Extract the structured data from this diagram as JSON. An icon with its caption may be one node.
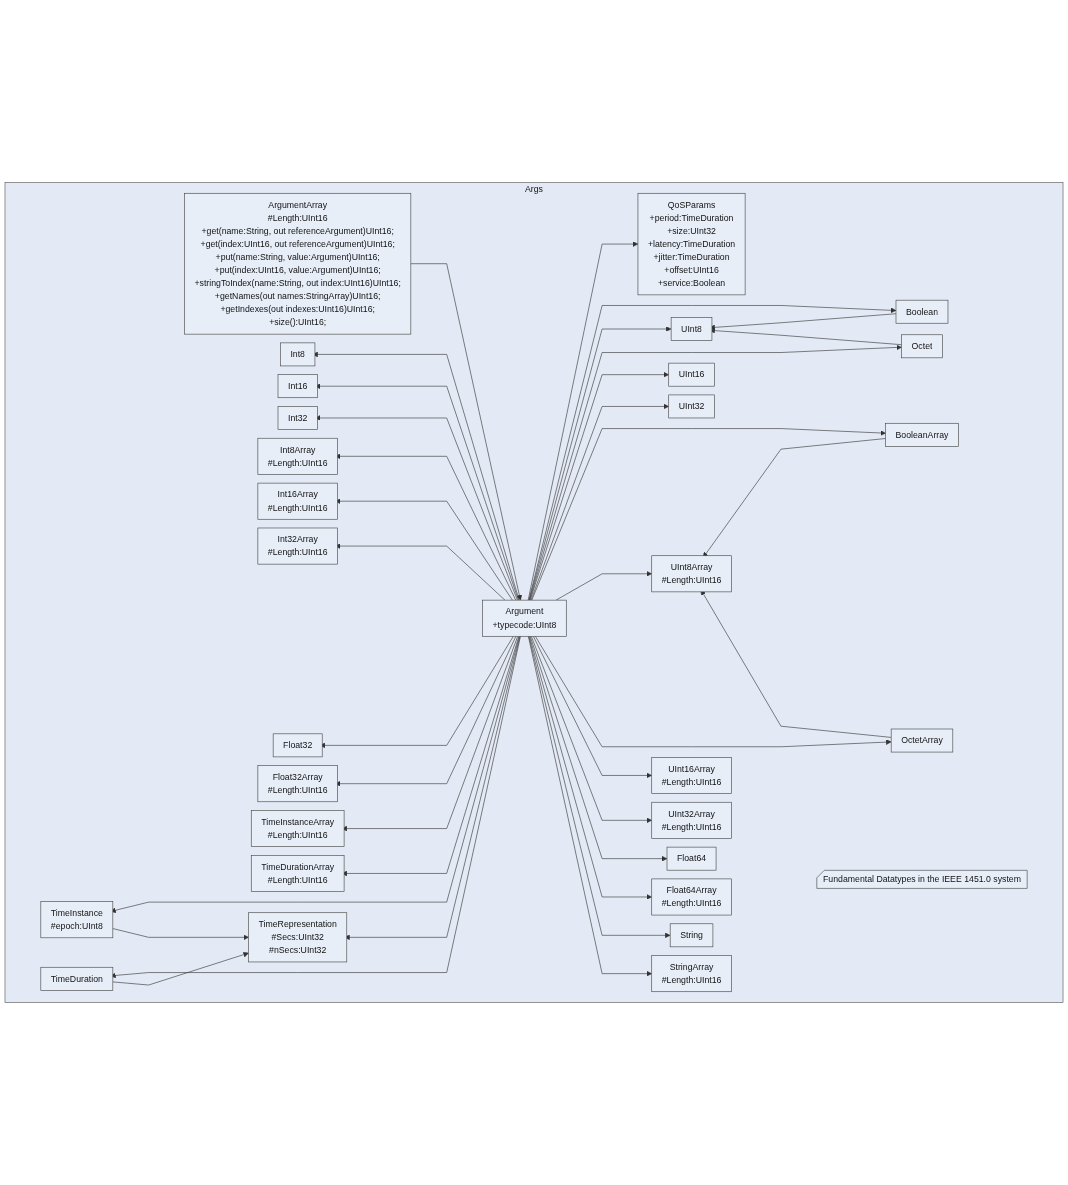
{
  "diagram": {
    "nodes": [
      {
        "text": [
          "Args"
        ]
      },
      {
        "text": [
          "ArgumentArray",
          "#Length:UInt16",
          "+get(name:String, out referenceArgument)UInt16;",
          "+get(index:UInt16, out referenceArgument)UInt16;",
          "+put(name:String, value:Argument)UInt16;",
          "+put(index:UInt16, value:Argument)UInt16;",
          "+stringToIndex(name:String, out index:UInt16)UInt16;",
          "+getNames(out names:StringArray)UInt16;",
          "+getIndexes(out indexes:UInt16)UInt16;",
          "+size():UInt16;"
        ],
        "in": 0
      },
      {
        "text": [
          "Fundamental Datatypes in the IEEE 1451.0 system"
        ],
        "in": 0
      },
      {
        "text": [
          "Int8"
        ],
        "in": 0
      },
      {
        "text": [
          "Int16"
        ],
        "in": 0
      },
      {
        "text": [
          "Int32"
        ],
        "in": 0
      },
      {
        "text": [
          "Int8Array",
          "#Length:UInt16"
        ],
        "in": 0
      },
      {
        "text": [
          "Int16Array",
          "#Length:UInt16"
        ],
        "in": 0
      },
      {
        "text": [
          "Int32Array",
          "#Length:UInt16"
        ],
        "in": 0
      },
      {
        "text": [
          "Float32"
        ],
        "in": 0
      },
      {
        "text": [
          "Float32Array",
          "#Length:UInt16"
        ],
        "in": 0
      },
      {
        "text": [
          "TimeInstanceArray",
          "#Length:UInt16"
        ],
        "in": 0
      },
      {
        "text": [
          "TimeDurationArray",
          "#Length:UInt16"
        ],
        "in": 0
      },
      {
        "text": [
          "TimeRepresentation",
          "#Secs:UInt32",
          "#nSecs:UInt32"
        ],
        "in": 0
      },
      {
        "text": [
          "TimeInstance",
          "#epoch:UInt8"
        ],
        "in": 0
      },
      {
        "text": [
          "TimeDuration"
        ],
        "in": 0
      },
      {
        "text": [
          "Argument",
          "+typecode:UInt8"
        ],
        "in": 0
      },
      {
        "text": [
          "QoSParams",
          "+period:TimeDuration",
          "+size:UInt32",
          "+latency:TimeDuration",
          "+jitter:TimeDuration",
          "+offset:UInt16",
          "+service:Boolean"
        ],
        "in": 0
      },
      {
        "text": [
          "Boolean"
        ],
        "in": 0
      },
      {
        "text": [
          "UInt8"
        ],
        "in": 0
      },
      {
        "text": [
          "Octet"
        ],
        "in": 0
      },
      {
        "text": [
          "UInt16"
        ],
        "in": 0
      },
      {
        "text": [
          "UInt32"
        ],
        "in": 0
      },
      {
        "text": [
          "BooleanArray"
        ],
        "in": 0
      },
      {
        "text": [
          "UInt8Array",
          "#Length:UInt16"
        ],
        "in": 0
      },
      {
        "text": [
          "OctetArray"
        ],
        "in": 0
      },
      {
        "text": [
          "UInt16Array",
          "#Length:UInt16"
        ],
        "in": 0
      },
      {
        "text": [
          "UInt32Array",
          "#Length:UInt16"
        ],
        "in": 0
      },
      {
        "text": [
          "Float64"
        ],
        "in": 0
      },
      {
        "text": [
          "Float64Array",
          "#Length:UInt16"
        ],
        "in": 0
      },
      {
        "text": [
          "String"
        ],
        "in": 0
      },
      {
        "text": [
          "StringArray",
          "#Length:UInt16"
        ],
        "in": 0
      }
    ],
    "edges": [
      {
        "from": 1,
        "to": 16,
        "arrow": "to"
      },
      {
        "from": 16,
        "to": 3,
        "arrow": "to"
      },
      {
        "from": 16,
        "to": 4,
        "arrow": "to"
      },
      {
        "from": 16,
        "to": 5,
        "arrow": "to"
      },
      {
        "from": 16,
        "to": 6,
        "arrow": "to"
      },
      {
        "from": 16,
        "to": 7,
        "arrow": "to"
      },
      {
        "from": 16,
        "to": 8,
        "arrow": "to"
      },
      {
        "from": 16,
        "to": 9,
        "arrow": "to"
      },
      {
        "from": 16,
        "to": 10,
        "arrow": "to"
      },
      {
        "from": 16,
        "to": 11,
        "arrow": "to"
      },
      {
        "from": 16,
        "to": 12,
        "arrow": "to"
      },
      {
        "from": 16,
        "to": 13,
        "arrow": "to"
      },
      {
        "from": 16,
        "to": 14,
        "arrow": "to"
      },
      {
        "from": 16,
        "to": 15,
        "arrow": "to"
      },
      {
        "from": 16,
        "to": 17,
        "arrow": "to"
      },
      {
        "from": 16,
        "to": 18,
        "arrow": "to"
      },
      {
        "from": 16,
        "to": 19,
        "arrow": "to"
      },
      {
        "from": 16,
        "to": 20,
        "arrow": "to"
      },
      {
        "from": 16,
        "to": 21,
        "arrow": "to"
      },
      {
        "from": 16,
        "to": 22,
        "arrow": "to"
      },
      {
        "from": 16,
        "to": 23,
        "arrow": "to"
      },
      {
        "from": 16,
        "to": 24,
        "arrow": "to"
      },
      {
        "from": 16,
        "to": 25,
        "arrow": "to"
      },
      {
        "from": 16,
        "to": 26,
        "arrow": "to"
      },
      {
        "from": 16,
        "to": 27,
        "arrow": "to"
      },
      {
        "from": 16,
        "to": 28,
        "arrow": "to"
      },
      {
        "from": 16,
        "to": 29,
        "arrow": "to"
      },
      {
        "from": 16,
        "to": 30,
        "arrow": "to"
      },
      {
        "from": 16,
        "to": 31,
        "arrow": "to"
      },
      {
        "from": 14,
        "to": 13,
        "arrow": "to"
      },
      {
        "from": 15,
        "to": 13,
        "arrow": "to"
      },
      {
        "from": 18,
        "to": 19,
        "arrow": "to"
      },
      {
        "from": 20,
        "to": 19,
        "arrow": "to"
      },
      {
        "from": 23,
        "to": 24,
        "arrow": "to"
      },
      {
        "from": 25,
        "to": 24,
        "arrow": "to"
      }
    ]
  }
}
